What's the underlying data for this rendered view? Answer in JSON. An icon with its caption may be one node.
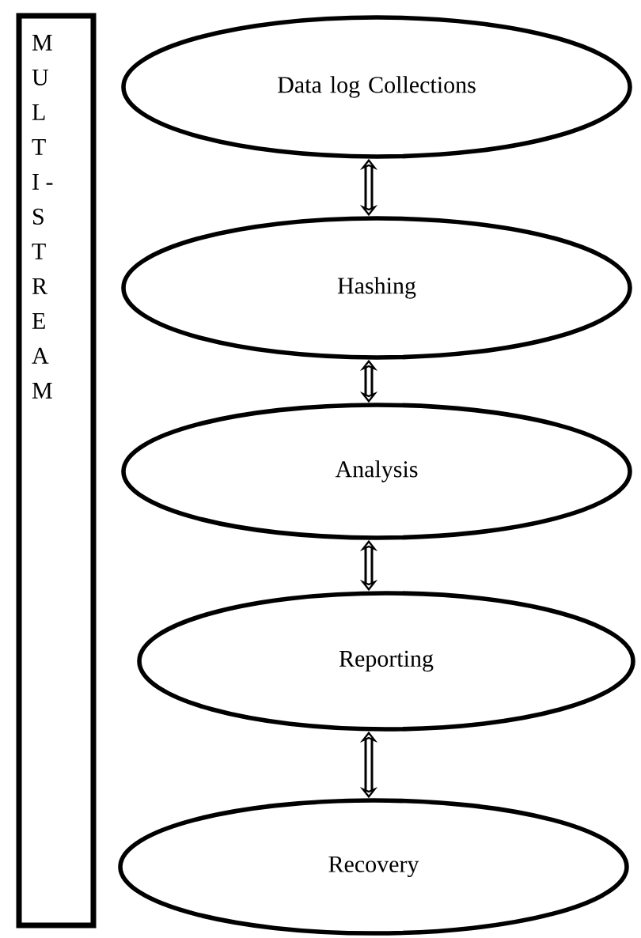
{
  "diagram": {
    "nodes": [
      {
        "text": [
          "M U L T I - S T R E A M"
        ]
      },
      {
        "text": [
          "Data log Collections"
        ]
      },
      {
        "text": [
          "Hashing"
        ]
      },
      {
        "text": [
          "Analysis"
        ]
      },
      {
        "text": [
          "Reporting"
        ]
      },
      {
        "text": [
          "Recovery"
        ]
      }
    ],
    "edges": [
      {
        "from": 1,
        "to": 2,
        "arrow": "both"
      },
      {
        "from": 2,
        "to": 3,
        "arrow": "both"
      },
      {
        "from": 3,
        "to": 4,
        "arrow": "both"
      },
      {
        "from": 4,
        "to": 5,
        "arrow": "both"
      }
    ]
  }
}
